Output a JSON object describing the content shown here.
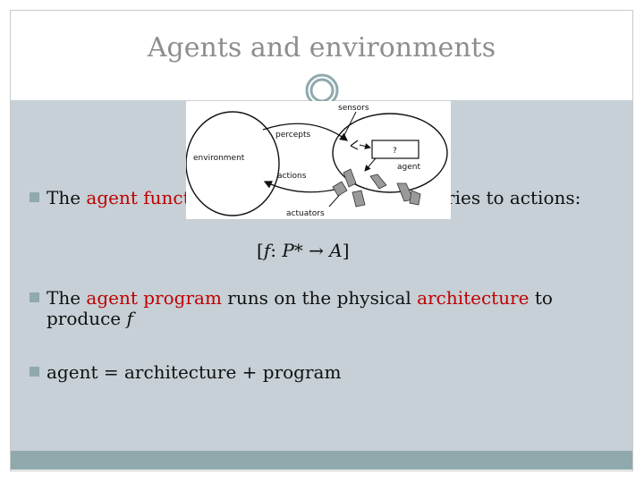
{
  "slide": {
    "title": "Agents and environments",
    "bullets": {
      "b1": {
        "prefix": "The ",
        "highlight": "agent function",
        "suffix": " maps from percept histories to actions:"
      },
      "formula": {
        "open": "[",
        "f": "f",
        "colon": ": ",
        "P": "P",
        "star": "*",
        "arrow": "→",
        "A": "A",
        "close": "]"
      },
      "b2": {
        "prefix": "The ",
        "highlight1": "agent program",
        "middle": " runs on the physical ",
        "highlight2": "architecture",
        "suffix": " to",
        "line2": "produce ",
        "line2_sym": "f"
      },
      "b3": {
        "text": "agent = architecture + program"
      }
    }
  },
  "diagram": {
    "labels": {
      "sensors": "sensors",
      "percepts": "percepts",
      "environment": "environment",
      "actions": "actions",
      "question": "?",
      "agent": "agent",
      "actuators": "actuators"
    }
  },
  "colors": {
    "accent": "#c00000",
    "content_bg": "#c6d0d6",
    "footer_bar": "#8fa9ac",
    "title": "#8e8e8e"
  }
}
